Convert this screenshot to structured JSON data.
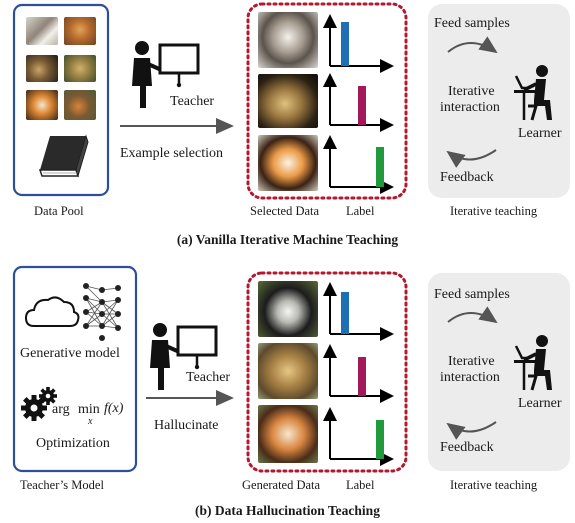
{
  "panel_a": {
    "caption": "(a) Vanilla Iterative Machine Teaching",
    "pool_label": "Data Pool",
    "teacher_label": "Teacher",
    "arrow_label": "Example selection",
    "selected_label": "Selected Data",
    "label_label": "Label",
    "feed_label": "Feed samples",
    "interaction_line1": "Iterative",
    "interaction_line2": "interaction",
    "learner_label": "Learner",
    "feedback_label": "Feedback",
    "iterative_label": "Iterative teaching"
  },
  "panel_b": {
    "caption": "(b) Data Hallucination Teaching",
    "model_label": "Teacher’s Model",
    "generative_label": "Generative model",
    "formula_arg": "arg",
    "formula_min": "min",
    "formula_sub": "x",
    "formula_fx": "f(x)",
    "optimization_label": "Optimization",
    "teacher_label": "Teacher",
    "arrow_label": "Hallucinate",
    "generated_label": "Generated Data",
    "label_label": "Label",
    "feed_label": "Feed samples",
    "interaction_line1": "Iterative",
    "interaction_line2": "interaction",
    "learner_label": "Learner",
    "feedback_label": "Feedback",
    "iterative_label": "Iterative teaching"
  },
  "colors": {
    "pool_border": "#2c4f99",
    "dotted_border": "#b3182f",
    "bar_blue": "#1f6fb5",
    "bar_magenta": "#a3175b",
    "bar_green": "#1f9a3d",
    "iterative_bg": "#ececec"
  },
  "icons": [
    "teacher-icon",
    "learner-icon",
    "book-icon",
    "cloud-icon",
    "neural-network-icon",
    "gears-icon"
  ]
}
